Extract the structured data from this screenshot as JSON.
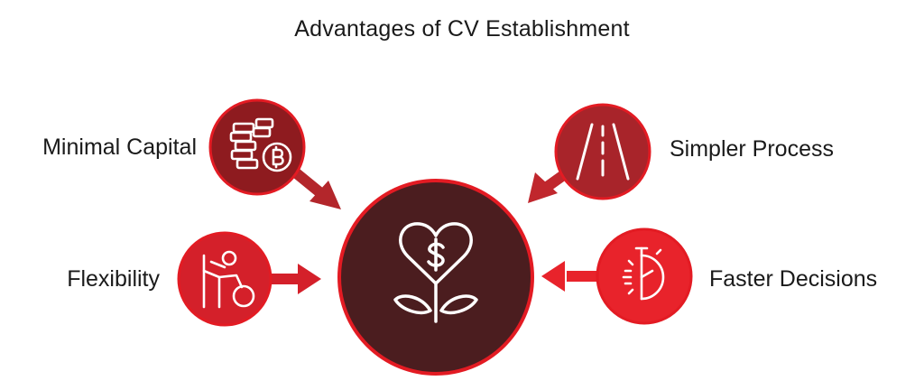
{
  "title": "Advantages of CV Establishment",
  "center": {
    "icon": "heart-dollar-plant-icon"
  },
  "advantages": [
    {
      "label": "Minimal Capital",
      "icon": "coins-bitcoin-icon"
    },
    {
      "label": "Simpler Process",
      "icon": "road-icon"
    },
    {
      "label": "Flexibility",
      "icon": "person-ball-icon"
    },
    {
      "label": "Faster Decisions",
      "icon": "stopwatch-icon"
    }
  ],
  "colors": {
    "center_fill": "#4b1d1f",
    "ring": "#e31b23",
    "dark_red": "#8e1b1f",
    "mid_red": "#a8242a",
    "red": "#d4202a",
    "bright_red": "#e8232b"
  }
}
